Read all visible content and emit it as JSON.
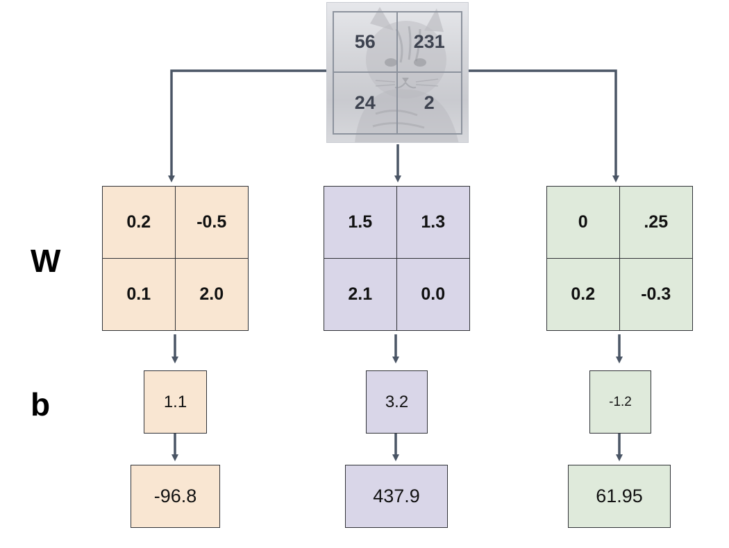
{
  "input_image": {
    "pixels": [
      "56",
      "231",
      "24",
      "2"
    ]
  },
  "labels": {
    "w": "W",
    "b": "b"
  },
  "columns": [
    {
      "color": "#f9e6d2",
      "weights": [
        "0.2",
        "-0.5",
        "0.1",
        "2.0"
      ],
      "bias": "1.1",
      "output": "-96.8"
    },
    {
      "color": "#d9d6e8",
      "weights": [
        "1.5",
        "1.3",
        "2.1",
        "0.0"
      ],
      "bias": "3.2",
      "output": "437.9"
    },
    {
      "color": "#dfeadb",
      "weights": [
        "0",
        ".25",
        "0.2",
        "-0.3"
      ],
      "bias": "-1.2",
      "output": "61.95"
    }
  ],
  "colors": {
    "connector": "#4a5565",
    "border": "#2f3136"
  }
}
